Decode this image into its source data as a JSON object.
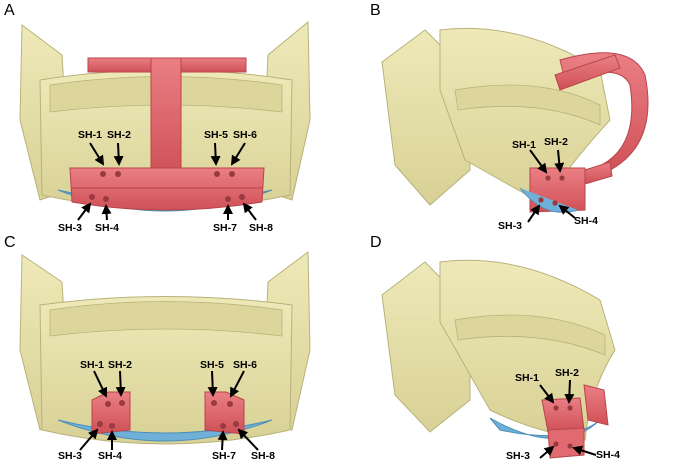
{
  "panels": [
    {
      "letter": "A",
      "labels": [
        "SH-1",
        "SH-2",
        "SH-5",
        "SH-6",
        "SH-3",
        "SH-4",
        "SH-7",
        "SH-8"
      ]
    },
    {
      "letter": "B",
      "labels": [
        "SH-1",
        "SH-2",
        "SH-3",
        "SH-4"
      ]
    },
    {
      "letter": "C",
      "labels": [
        "SH-1",
        "SH-2",
        "SH-5",
        "SH-6",
        "SH-3",
        "SH-4",
        "SH-7",
        "SH-8"
      ]
    },
    {
      "letter": "D",
      "labels": [
        "SH-1",
        "SH-2",
        "SH-3",
        "SH-4"
      ]
    }
  ],
  "colors": {
    "bone": "#e6e0a6",
    "bone_shadow": "#b8b27a",
    "guide": "#e06a6f",
    "guide_dark": "#b8444a",
    "soft_tissue": "#6fb0d8",
    "arrow": "#000000"
  }
}
